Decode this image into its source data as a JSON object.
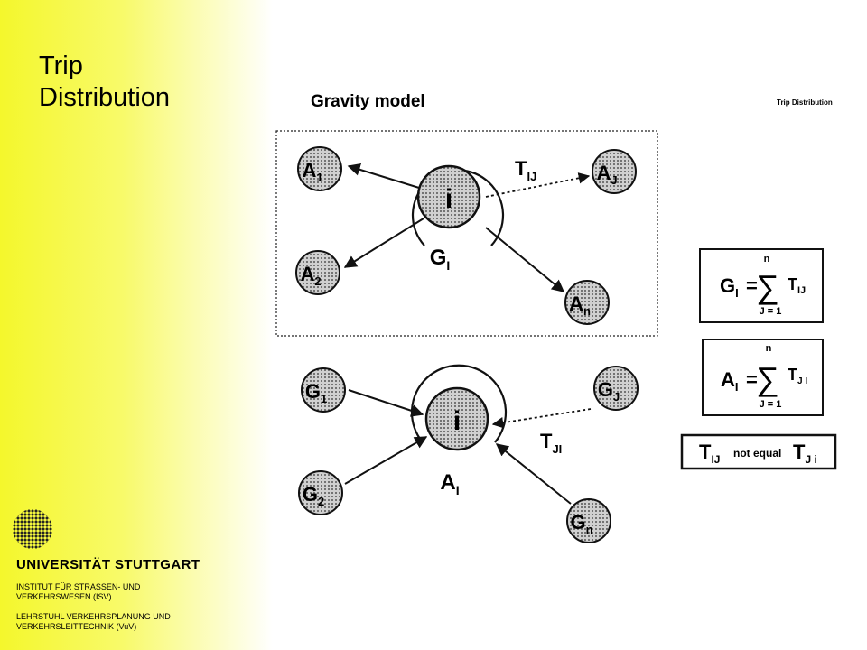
{
  "slide": {
    "title_line1": "Trip",
    "title_line2": "Distribution"
  },
  "institution": {
    "name": "UNIVERSITÄT STUTTGART",
    "institute_line1": "INSTITUT FÜR STRASSEN- UND",
    "institute_line2": "VERKEHRSWESEN (ISV)",
    "chair_line1": "LEHRSTUHL VERKEHRSPLANUNG UND",
    "chair_line2": "VERKEHRSLEITTECHNIK (VuV)"
  },
  "figure": {
    "heading": "Gravity model",
    "corner_label": "Trip Distribution",
    "top": {
      "center": "i",
      "ring_label": "G",
      "ring_sub": "I",
      "nodes": [
        {
          "name": "A",
          "sub": "1"
        },
        {
          "name": "A",
          "sub": "2"
        },
        {
          "name": "A",
          "sub": "J"
        },
        {
          "name": "A",
          "sub": "n"
        }
      ],
      "flow_label": "T",
      "flow_sub": "IJ"
    },
    "bottom": {
      "center": "i",
      "ring_label": "A",
      "ring_sub": "I",
      "nodes": [
        {
          "name": "G",
          "sub": "1"
        },
        {
          "name": "G",
          "sub": "2"
        },
        {
          "name": "G",
          "sub": "J"
        },
        {
          "name": "G",
          "sub": "n"
        }
      ],
      "flow_label": "T",
      "flow_sub": "JI"
    },
    "formulas": {
      "f1": {
        "lhs": "G",
        "lhs_sub": "I",
        "eq": "=",
        "sum": "∑",
        "upper": "n",
        "lower": "J = 1",
        "term": "T",
        "term_sub": "IJ"
      },
      "f2": {
        "lhs": "A",
        "lhs_sub": "I",
        "eq": "=",
        "sum": "∑",
        "upper": "n",
        "lower": "J = 1",
        "term": "T",
        "term_sub": "J I"
      },
      "f3": {
        "t1": "T",
        "t1_sub": "IJ",
        "middle": "not equal",
        "t2": "T",
        "t2_sub": "J i"
      }
    }
  }
}
